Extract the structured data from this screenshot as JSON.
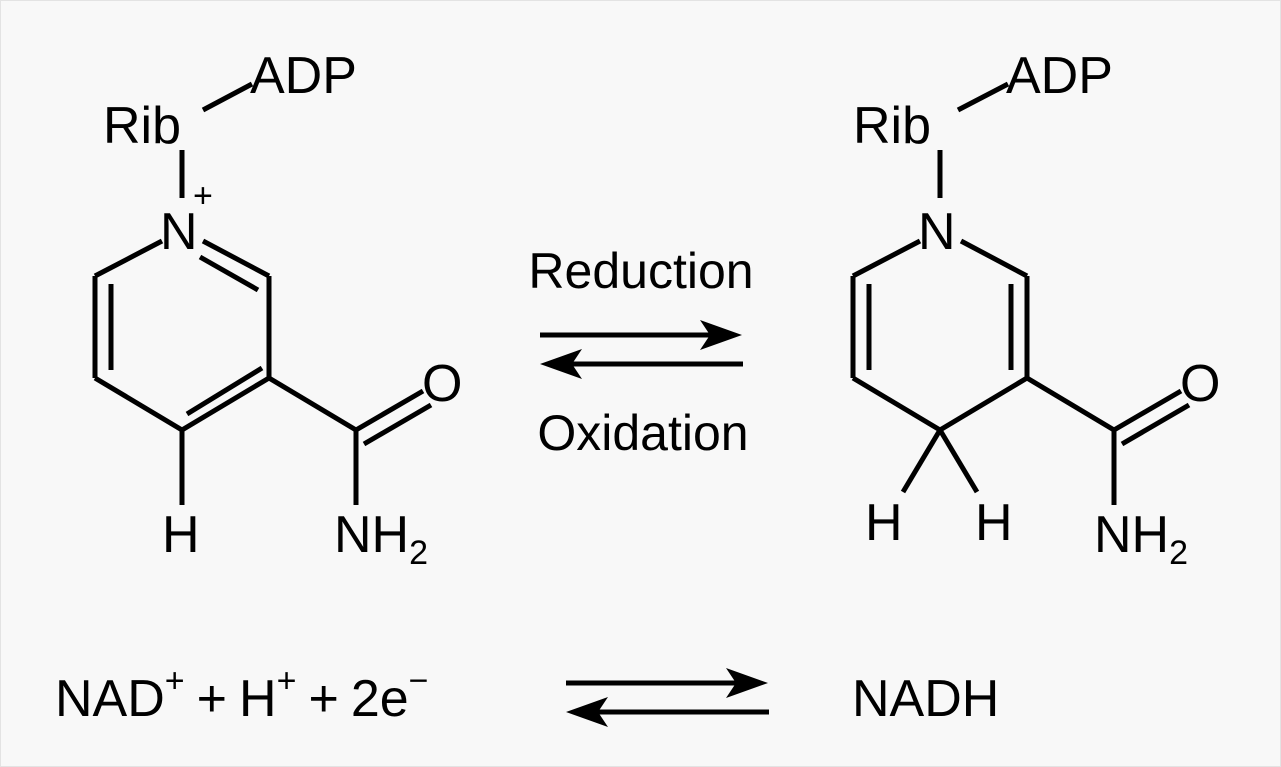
{
  "colors": {
    "background": "#f8f8f8",
    "ink": "#000000",
    "frame": "#e3e3e3"
  },
  "nad_plus": {
    "rib": "Rib",
    "adp": "ADP",
    "nitrogen": "N",
    "charge": "+",
    "hydrogen": "H",
    "oxygen": "O",
    "amide_nh": "NH",
    "amide_sub": "2"
  },
  "nadh": {
    "rib": "Rib",
    "adp": "ADP",
    "nitrogen": "N",
    "hydrogen_a": "H",
    "hydrogen_b": "H",
    "oxygen": "O",
    "amide_nh": "NH",
    "amide_sub": "2"
  },
  "arrows": {
    "forward_label": "Reduction",
    "reverse_label": "Oxidation"
  },
  "equation": {
    "nad": "NAD",
    "nad_sup": "+",
    "plus_1": "+",
    "h": "H",
    "h_sup": "+",
    "plus_2": "+",
    "electrons": "2e",
    "electron_sup": "−",
    "product": "NADH"
  }
}
